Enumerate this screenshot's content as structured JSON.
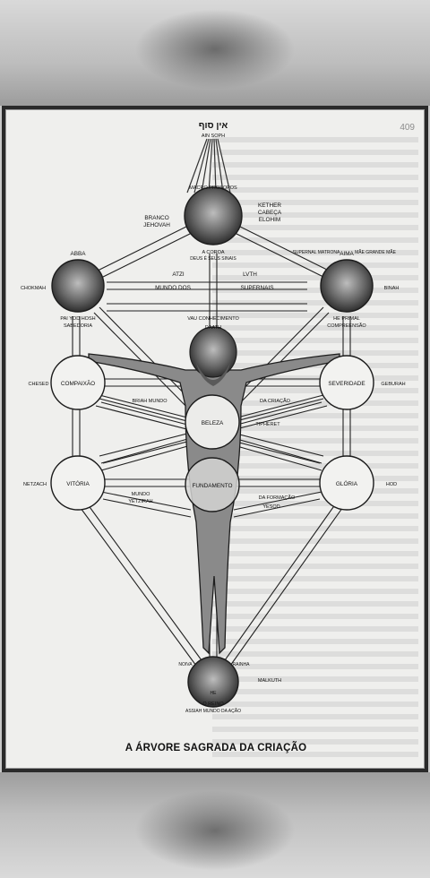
{
  "page_number": "409",
  "caption": "A ÁRVORE SAGRADA DA CRIAÇÃO",
  "top": {
    "hebrew": "אין סוף",
    "ain_soph": "AIN SOPH",
    "macro_prosopos": "MACRO PROSOPOS"
  },
  "kether": {
    "branco": "BRANCO",
    "jehovah": "JEHOVAH",
    "kether": "KETHER",
    "cabeca": "CABEÇA",
    "elohim": "ELOHIM",
    "coroa": "A COROA",
    "deus": "DEUS É SEUS SINAIS"
  },
  "middle_words": {
    "atzi": "ATZI",
    "luth": "LVTH",
    "mundo_dos": "MUNDO DOS",
    "supernais": "SUPERNAIS",
    "vau": "VAU CONHECIMENTO",
    "daath": "DAATH"
  },
  "chokmah": {
    "abba": "ABBA",
    "name": "CHOKMAH",
    "pai": "PAI YOD HOSH",
    "sabedoria": "SABEDORIA"
  },
  "binah": {
    "aima": "AIMA",
    "mae": "MÃE GRANDE MÃE",
    "supernal": "SUPERNAL MATRONA",
    "name": "BINAH",
    "he": "HE PRIMAL",
    "compreensao": "COMPREENSÃO"
  },
  "chesed": {
    "name": "CHESED",
    "label": "COMPAIXÃO"
  },
  "geburah": {
    "name": "GEBURAH",
    "label": "SEVERIDADE"
  },
  "tiphereth": {
    "label": "BELEZA",
    "name": "TIPHERET",
    "briah": "BRIAH MUNDO",
    "da_criacao": "DA CRIAÇÃO"
  },
  "netzach": {
    "name": "NETZACH",
    "label": "VITÓRIA"
  },
  "hod": {
    "name": "HOD",
    "label": "GLÓRIA"
  },
  "yesod": {
    "label": "FUNDAMENTO",
    "mundo": "MUNDO",
    "yetzirah": "YETZIRAH",
    "formacao": "DA FORMAÇÃO",
    "name": "YESOD"
  },
  "malkuth": {
    "noiva": "NOIVA",
    "rainha": "RAINHA",
    "he": "HE",
    "name": "MALKUTH",
    "reino": "O REINO",
    "assiah": "ASSIAH MUNDO DA AÇÃO"
  }
}
